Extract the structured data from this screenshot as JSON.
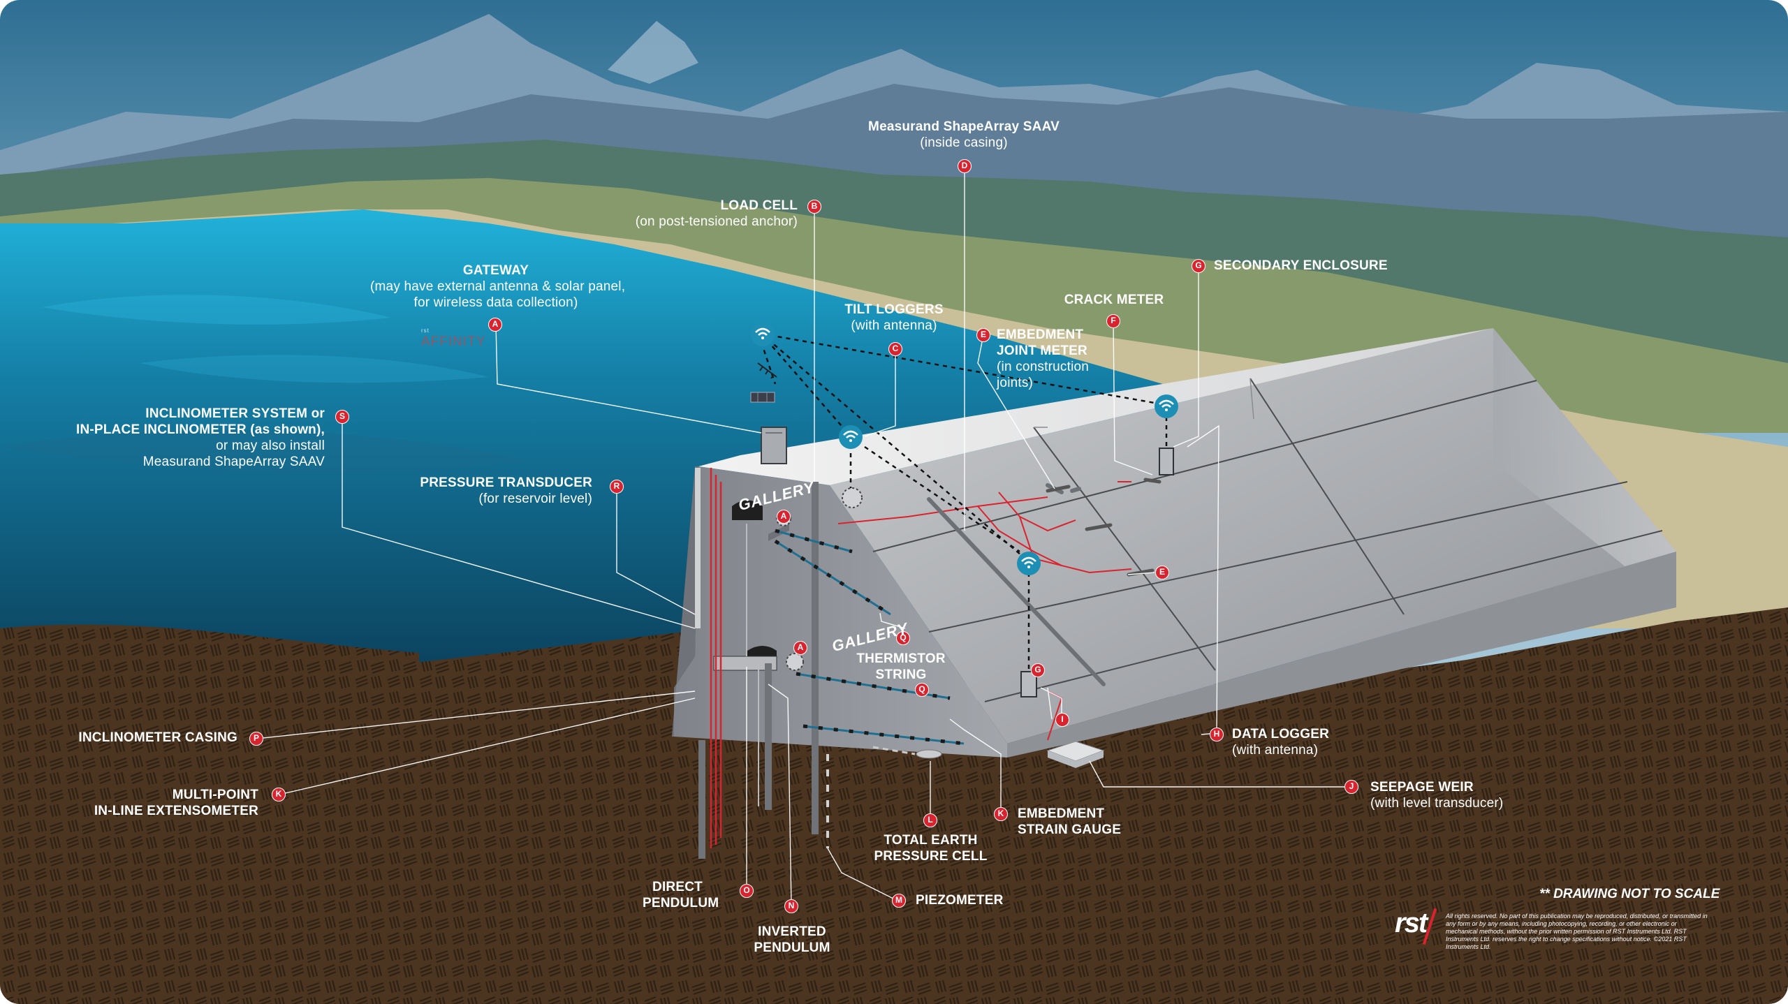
{
  "labels": {
    "gateway": {
      "title": "GATEWAY",
      "sub": "(may have external antenna & solar panel,",
      "sub2": "for wireless data collection)",
      "badge": "A"
    },
    "load_cell": {
      "title": "LOAD CELL",
      "sub": "(on post-tensioned anchor)",
      "badge": "B"
    },
    "shapearray": {
      "title": "Measurand ShapeArray SAAV",
      "sub": "(inside casing)",
      "badge": "D"
    },
    "tilt_loggers": {
      "title": "TILT LOGGERS",
      "sub": "(with antenna)",
      "badge": "C"
    },
    "embedment_joint": {
      "title": "EMBEDMENT",
      "sub": "JOINT METER",
      "sub2": "(in construction",
      "sub3": "joints)",
      "badge": "E"
    },
    "crack_meter": {
      "title": "CRACK METER",
      "badge": "F"
    },
    "secondary_enclosure": {
      "title": "SECONDARY ENCLOSURE",
      "badge": "G"
    },
    "inclinometer_system": {
      "title": "INCLINOMETER SYSTEM or",
      "sub": "IN-PLACE INCLINOMETER (as shown),",
      "sub2": "or may also install",
      "sub3": "Measurand ShapeArray SAAV",
      "badge": "S"
    },
    "pressure_transducer": {
      "title": "PRESSURE TRANSDUCER",
      "sub": "(for reservoir level)",
      "badge": "R"
    },
    "thermistor": {
      "title": "THERMISTOR",
      "sub": "STRING",
      "badge": "Q"
    },
    "inclinometer_casing": {
      "title": "INCLINOMETER CASING",
      "badge": "P"
    },
    "extensometer": {
      "title": "MULTI-POINT",
      "sub": "IN-LINE EXTENSOMETER",
      "badge": "K"
    },
    "direct_pendulum": {
      "title": "DIRECT",
      "sub": "PENDULUM",
      "badge": "O"
    },
    "inverted_pendulum": {
      "title": "INVERTED",
      "sub": "PENDULUM",
      "badge": "N"
    },
    "piezometer": {
      "title": "PIEZOMETER",
      "badge": "M"
    },
    "earth_pressure": {
      "title": "TOTAL EARTH",
      "sub": "PRESSURE CELL",
      "badge": "L"
    },
    "strain_gauge": {
      "title": "EMBEDMENT",
      "sub": "STRAIN GAUGE",
      "badge": "K"
    },
    "data_logger": {
      "title": "DATA LOGGER",
      "sub": "(with antenna)",
      "badge": "H"
    },
    "seepage_weir": {
      "title": "SEEPAGE WEIR",
      "sub": "(with level transducer)",
      "badge": "J"
    }
  },
  "scene_badges": {
    "gallery_upper_A": "A",
    "gallery_lower_A": "A",
    "thermistor_q1": "Q",
    "thermistor_q2": "Q",
    "joint_meter_E": "E",
    "enclosure_G": "G",
    "scene_I": "I"
  },
  "gallery_text": "GALLERY",
  "watermark": {
    "small": "rst",
    "main": "AFFINITY"
  },
  "note": "** DRAWING NOT TO SCALE",
  "logo": "rst",
  "copyright": "All rights reserved. No part of this publication may be reproduced, distributed, or transmitted in any form or by any means, including photocopying, recording, or other electronic or mechanical methods, without the prior written permission of RST Instruments Ltd. RST Instruments Ltd. reserves the right to change specifications without notice. ©2021 RST Instruments Ltd.",
  "colors": {
    "sky": "#3f7fa0",
    "water": "#17a6cf",
    "ground": "#4a3420",
    "concrete": "#9ea1a6",
    "accent": "#d9232e",
    "wifi": "#1e8fb4"
  },
  "icons": [
    "wifi-icon",
    "antenna-icon",
    "solar-panel-icon",
    "enclosure-icon"
  ]
}
